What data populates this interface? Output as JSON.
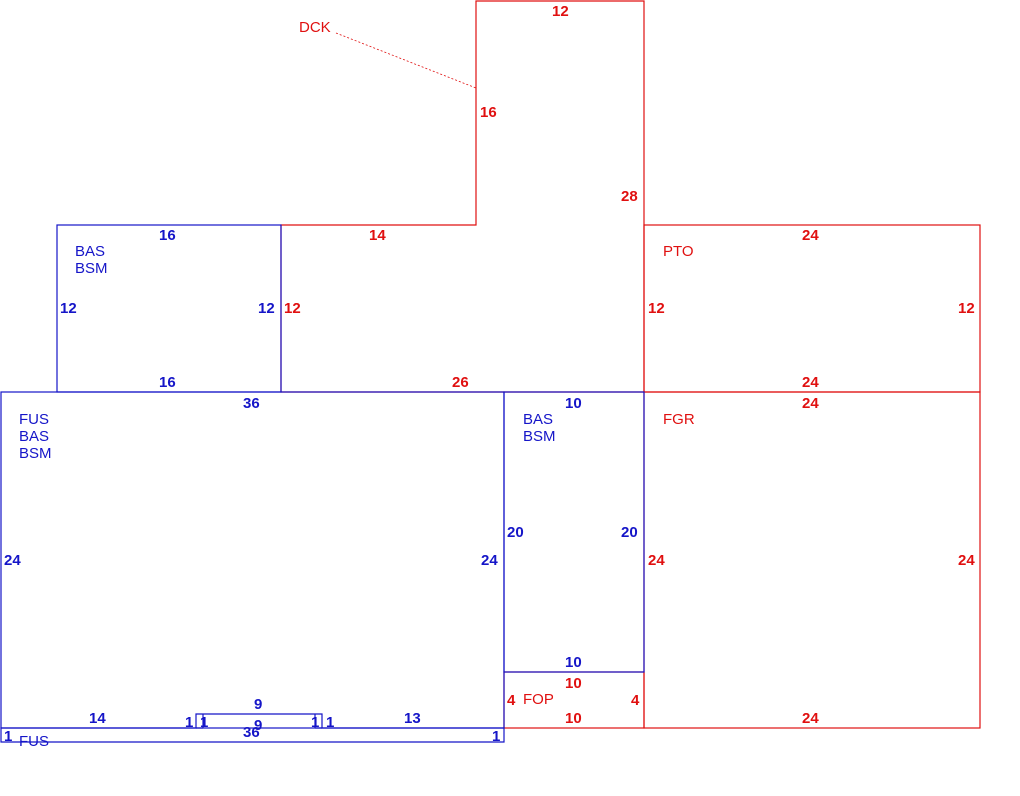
{
  "colors": {
    "living": "#1515c8",
    "other": "#e01010",
    "leader": "#e01010"
  },
  "areas": {
    "dck": {
      "code": "DCK",
      "dims": {
        "top": "12",
        "left": "16",
        "right": "28",
        "bottom_left": "14",
        "left_low": "12",
        "bottom": "26"
      }
    },
    "bas_left": {
      "codes": [
        "BAS",
        "BSM"
      ],
      "dims": {
        "top": "16",
        "left": "12",
        "right": "12",
        "bottom": "16"
      }
    },
    "pto": {
      "code": "PTO",
      "dims": {
        "top": "24",
        "left": "12",
        "right": "12",
        "bottom": "24"
      }
    },
    "fus_main": {
      "codes": [
        "FUS",
        "BAS",
        "BSM"
      ],
      "dims": {
        "top": "36",
        "left": "24",
        "right": "24"
      }
    },
    "bas_mid": {
      "codes": [
        "BAS",
        "BSM"
      ],
      "dims": {
        "top": "10",
        "left": "20",
        "right": "20",
        "bottom": "10"
      }
    },
    "fgr": {
      "code": "FGR",
      "dims": {
        "top": "24",
        "left": "24",
        "right": "24",
        "bottom": "24"
      }
    },
    "fop": {
      "code": "FOP",
      "dims": {
        "top": "10",
        "left": "4",
        "right": "4",
        "bottom": "10"
      }
    },
    "fus_strip": {
      "code": "FUS",
      "dims": {
        "seg_left": "14",
        "step1": "1",
        "step2": "1",
        "bay_top": "9",
        "bay_inner": "9",
        "step3": "1",
        "step4": "1",
        "seg_right": "13",
        "bottom": "36",
        "left_end": "1",
        "right_end": "1"
      }
    }
  }
}
